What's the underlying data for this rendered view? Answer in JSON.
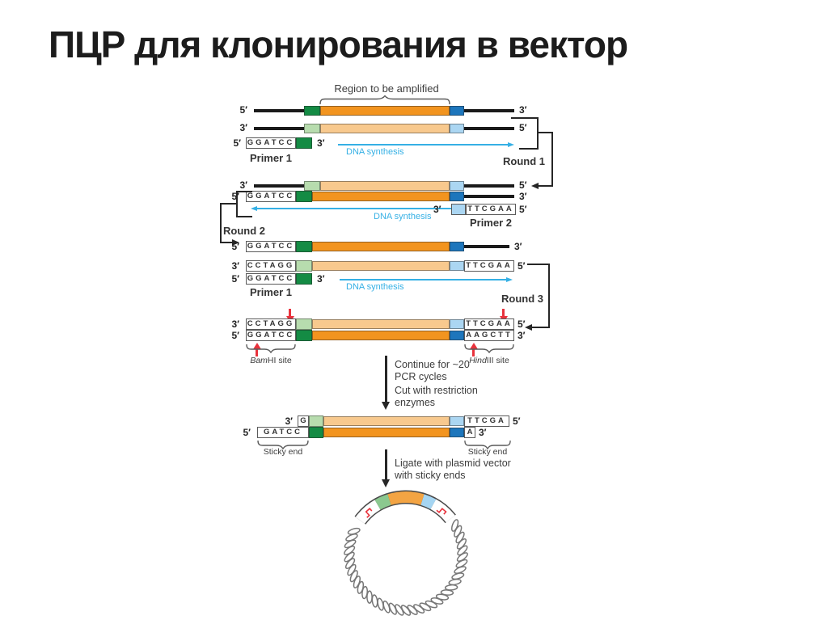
{
  "title": "ПЦР для клонирования в вектор",
  "colors": {
    "strand": "#1a1a1a",
    "dark_green": "#148b44",
    "light_green": "#b7dcae",
    "orange": "#f2941f",
    "light_orange": "#f8c98e",
    "blue": "#1d76bc",
    "light_blue": "#abd6f2",
    "cyan": "#35b0e5",
    "red": "#e8323c",
    "plasmid_green": "#8bc88f",
    "plasmid_blue": "#a5d5f2",
    "plasmid_orange": "#f3a443",
    "rope_grey": "#777777"
  },
  "labels": {
    "prime5": "5′",
    "prime3": "3′",
    "region": "Region to be amplified",
    "dna_synthesis": "DNA synthesis",
    "round1": "Round 1",
    "round2": "Round 2",
    "round3": "Round 3",
    "primer1": "Primer 1",
    "primer2": "Primer 2",
    "bam_italic": "Bam",
    "bam_rest": "HI site",
    "hind_italic": "Hind",
    "hind_rest": "III site",
    "continue_line1": "Continue for ~20",
    "continue_line2": "PCR cycles",
    "cut_line1": "Cut with restriction",
    "cut_line2": "enzymes",
    "sticky_end": "Sticky end",
    "ligate_line1": "Ligate with plasmid vector",
    "ligate_line2": "with sticky ends"
  },
  "sequences": {
    "primer1": "GGATCC",
    "primer2": "TTCGAA",
    "bam_top": "CCTAGG",
    "bam_bottom": "GGATCC",
    "hind_top": "TTCGAA",
    "hind_bottom": "AAGCTT",
    "cut_top_left": "G",
    "cut_top_right": "TTCGA",
    "cut_bottom_left": "GATCC",
    "cut_bottom_right": "A"
  }
}
